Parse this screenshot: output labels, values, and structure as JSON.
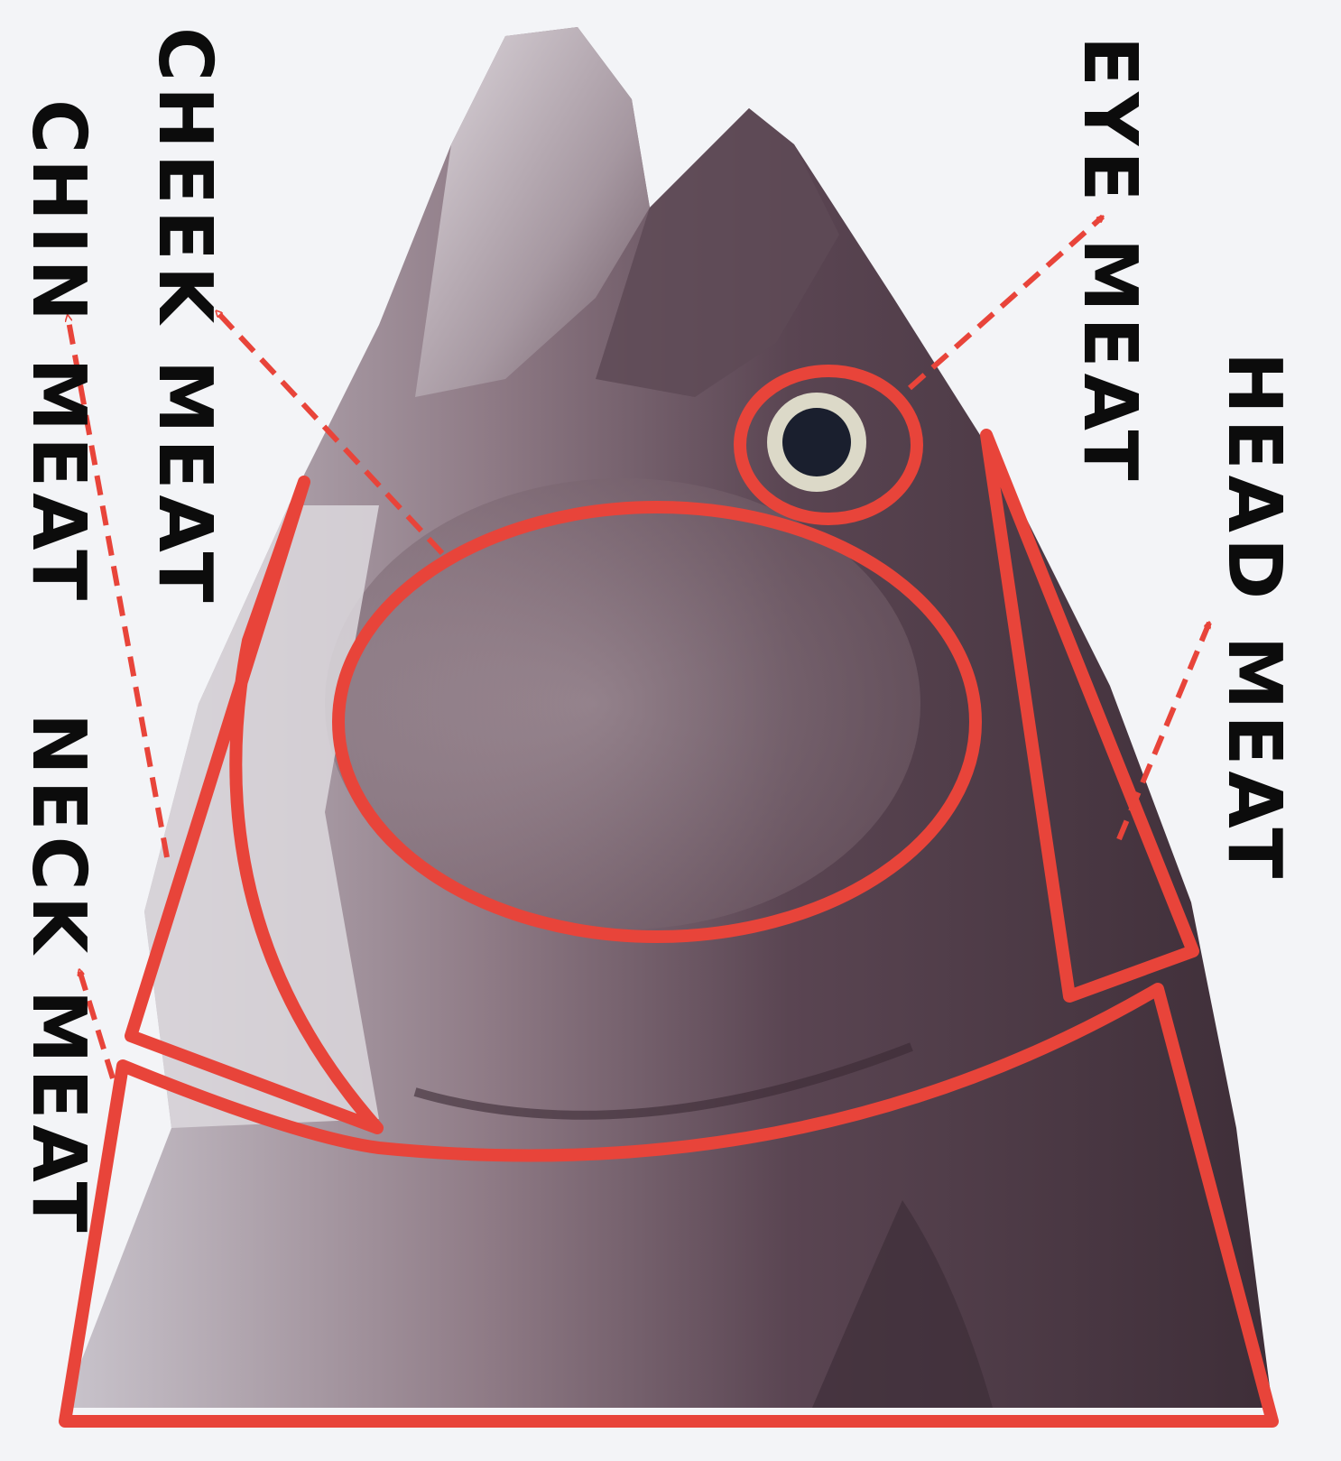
{
  "labels": {
    "cheek": "CHEEK MEAT",
    "chin": "CHIN MEAT",
    "neck": "NECK MEAT",
    "eye": "EYE MEAT",
    "head": "HEAD MEAT"
  },
  "colors": {
    "outline": "#e8443a",
    "fish_dark": "#4e3a46",
    "fish_light": "#cfcbd3",
    "background": "#f3f4f7",
    "text": "#0c0c0c"
  }
}
